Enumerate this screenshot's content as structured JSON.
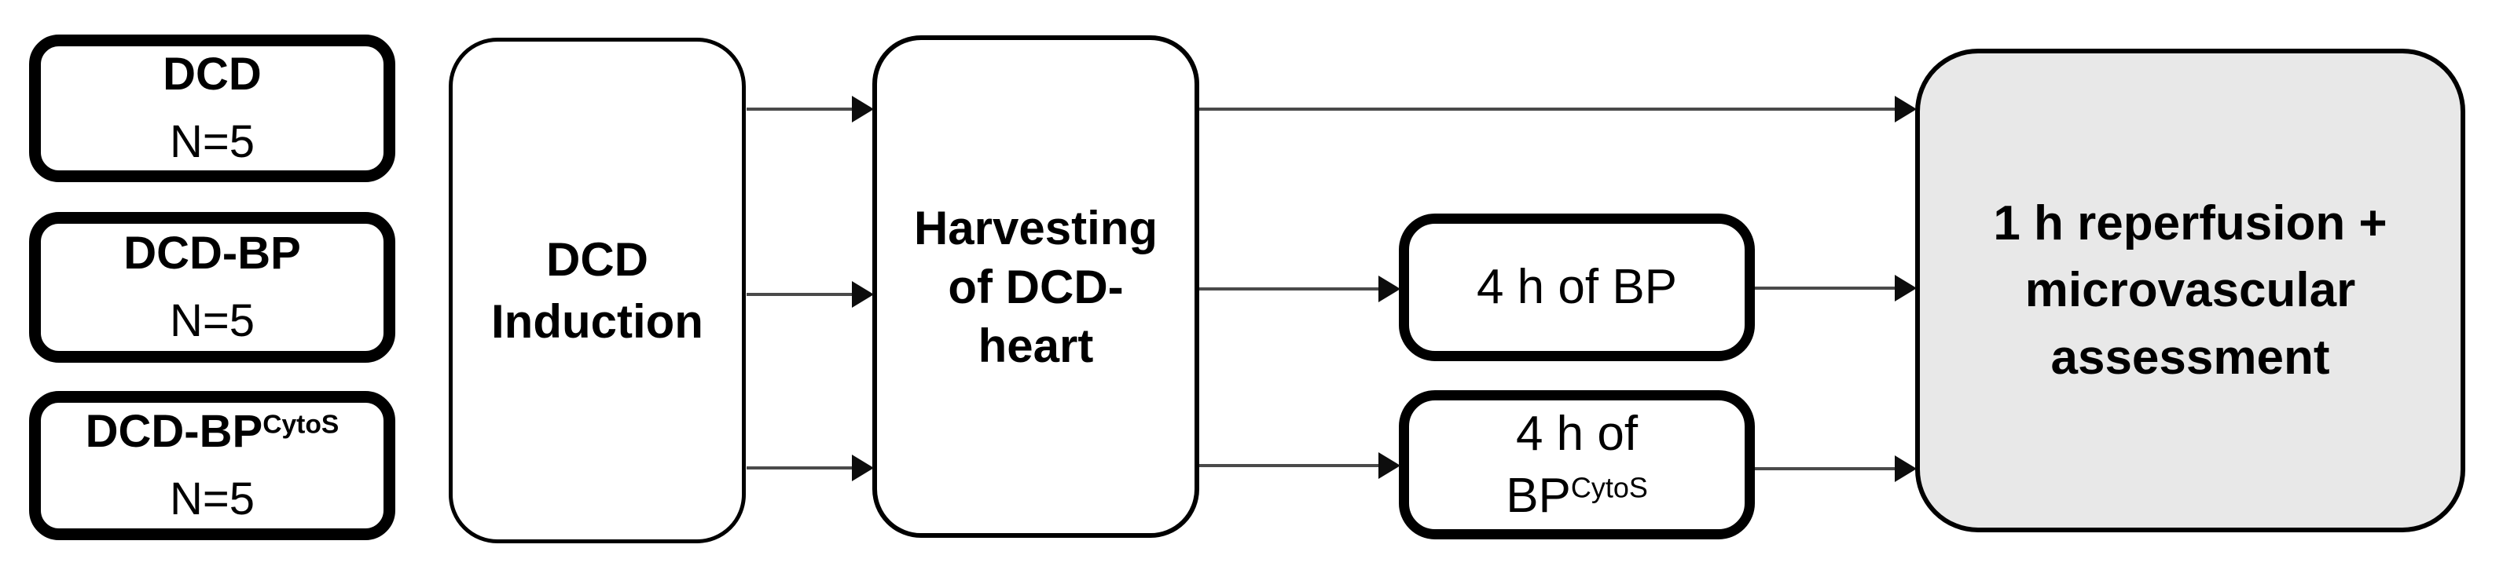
{
  "diagram": {
    "groups": [
      {
        "name": "DCD",
        "n": "N=5"
      },
      {
        "name": "DCD-BP",
        "n": "N=5"
      },
      {
        "name": "DCD-BP",
        "name_sup": "CytoS",
        "n": "N=5"
      }
    ],
    "induction": {
      "line1": "DCD",
      "line2": "Induction"
    },
    "harvesting": {
      "line1": "Harvesting",
      "line2": "of DCD-",
      "line3": "heart"
    },
    "bp": {
      "label": "4 h of BP"
    },
    "bp_cytos": {
      "line1": "4 h of",
      "line2_base": "BP",
      "line2_sup": "CytoS"
    },
    "reperfusion": {
      "line1": "1 h reperfusion +",
      "line2": "microvascular",
      "line3": "assessment"
    }
  },
  "colors": {
    "background": "#ffffff",
    "box_fill": "#ffffff",
    "final_box_fill": "#e8e8e8",
    "stroke": "#000000",
    "arrow_shaft": "#4a4a4a",
    "arrow_head": "#0d0d0d"
  }
}
